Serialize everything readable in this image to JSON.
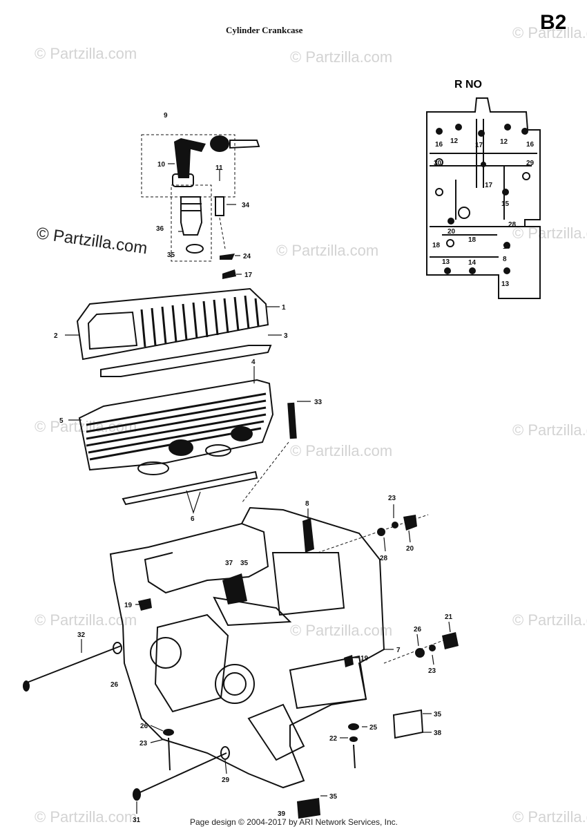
{
  "title": "Cylinder Crankcase",
  "page_code": "B2",
  "inset_label": "R   NO",
  "footer": "Page design © 2004-2017 by ARI Network Services, Inc.",
  "watermark": "© Partzilla.com",
  "callouts": {
    "c9": "9",
    "c10": "10",
    "c11": "11",
    "c34": "34",
    "c36": "36",
    "c35a": "35",
    "c24": "24",
    "c17": "17",
    "c1": "1",
    "c2": "2",
    "c3": "3",
    "c4": "4",
    "c5": "5",
    "c33": "33",
    "c6": "6",
    "c8": "8",
    "c23a": "23",
    "c28a": "28",
    "c20": "20",
    "c37": "37",
    "c35b": "35",
    "c19a": "19",
    "c32": "32",
    "c26a": "26",
    "c19b": "19",
    "c7": "7",
    "c21": "21",
    "c26b": "26",
    "c23b": "23",
    "c26c": "26",
    "c23c": "23",
    "c25": "25",
    "c22": "22",
    "c35c": "35",
    "c38": "38",
    "c29": "29",
    "c31": "31",
    "c35d": "35",
    "c39": "39"
  },
  "inset_callouts": {
    "i16a": "16",
    "i12a": "12",
    "i17a": "17",
    "i12b": "12",
    "i16b": "16",
    "i30": "30",
    "i29": "29",
    "i17b": "17",
    "i15": "15",
    "i28": "28",
    "i20": "20",
    "i18a": "18",
    "i18b": "18",
    "i19": "19",
    "i13a": "13",
    "i14": "14",
    "i8": "8",
    "i13b": "13"
  }
}
